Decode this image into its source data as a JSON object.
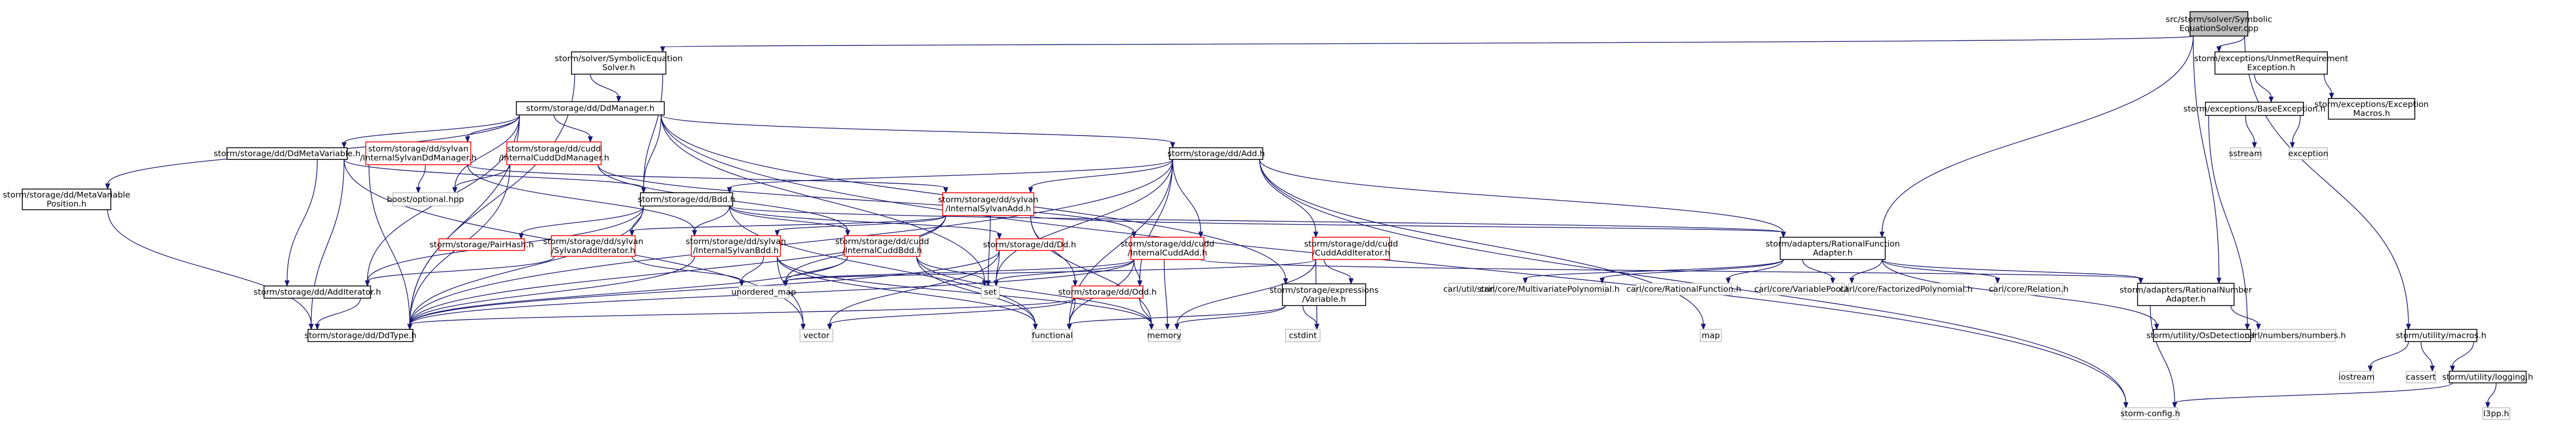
{
  "graph": {
    "nodes": [
      {
        "id": "root",
        "lines": [
          "src/storm/solver/Symbolic",
          "EquationSolver.cpp"
        ],
        "kind": "root"
      },
      {
        "id": "ses",
        "lines": [
          "storm/solver/SymbolicEquation",
          "Solver.h"
        ],
        "kind": "normal"
      },
      {
        "id": "unmet",
        "lines": [
          "storm/exceptions/UnmetRequirement",
          "Exception.h"
        ],
        "kind": "normal"
      },
      {
        "id": "ddmanager",
        "lines": [
          "storm/storage/dd/DdManager.h"
        ],
        "kind": "normal"
      },
      {
        "id": "baseexc",
        "lines": [
          "storm/exceptions/BaseException.h"
        ],
        "kind": "normal"
      },
      {
        "id": "excmacros",
        "lines": [
          "storm/exceptions/Exception",
          "Macros.h"
        ],
        "kind": "normal"
      },
      {
        "id": "ddmetavar",
        "lines": [
          "storm/storage/dd/DdMetaVariable.h"
        ],
        "kind": "normal"
      },
      {
        "id": "sylmgr",
        "lines": [
          "storm/storage/dd/sylvan",
          "/InternalSylvanDdManager.h"
        ],
        "kind": "red"
      },
      {
        "id": "cuddmgr",
        "lines": [
          "storm/storage/dd/cudd",
          "/InternalCuddDdManager.h"
        ],
        "kind": "red"
      },
      {
        "id": "add",
        "lines": [
          "storm/storage/dd/Add.h"
        ],
        "kind": "normal"
      },
      {
        "id": "sstream",
        "lines": [
          "sstream"
        ],
        "kind": "grey"
      },
      {
        "id": "exception",
        "lines": [
          "exception"
        ],
        "kind": "grey"
      },
      {
        "id": "metavarpos",
        "lines": [
          "storm/storage/dd/MetaVariable",
          "Position.h"
        ],
        "kind": "normal"
      },
      {
        "id": "optional",
        "lines": [
          "boost/optional.hpp"
        ],
        "kind": "grey"
      },
      {
        "id": "bdd",
        "lines": [
          "storm/storage/dd/Bdd.h"
        ],
        "kind": "normal"
      },
      {
        "id": "syladd",
        "lines": [
          "storm/storage/dd/sylvan",
          "/InternalSylvanAdd.h"
        ],
        "kind": "red"
      },
      {
        "id": "cuddadd",
        "lines": [
          "storm/storage/dd/cudd",
          "/InternalCuddAdd.h"
        ],
        "kind": "red"
      },
      {
        "id": "cuddadditer",
        "lines": [
          "storm/storage/dd/cudd",
          "/CuddAddIterator.h"
        ],
        "kind": "red"
      },
      {
        "id": "ratfuncadapter",
        "lines": [
          "storm/adapters/RationalFunction",
          "Adapter.h"
        ],
        "kind": "normal"
      },
      {
        "id": "pairhash",
        "lines": [
          "storm/storage/PairHash.h"
        ],
        "kind": "red"
      },
      {
        "id": "syladditer",
        "lines": [
          "storm/storage/dd/sylvan",
          "/SylvanAddIterator.h"
        ],
        "kind": "red"
      },
      {
        "id": "sylbdd",
        "lines": [
          "storm/storage/dd/sylvan",
          "/InternalSylvanBdd.h"
        ],
        "kind": "red"
      },
      {
        "id": "cuddbdd",
        "lines": [
          "storm/storage/dd/cudd",
          "/InternalCuddBdd.h"
        ],
        "kind": "red"
      },
      {
        "id": "dd",
        "lines": [
          "storm/storage/dd/Dd.h"
        ],
        "kind": "red"
      },
      {
        "id": "addit",
        "lines": [
          "storm/storage/dd/AddIterator.h"
        ],
        "kind": "normal"
      },
      {
        "id": "unordered",
        "lines": [
          "unordered_map"
        ],
        "kind": "grey"
      },
      {
        "id": "set",
        "lines": [
          "set"
        ],
        "kind": "grey"
      },
      {
        "id": "oddh",
        "lines": [
          "storm/storage/dd/Odd.h"
        ],
        "kind": "red"
      },
      {
        "id": "variable",
        "lines": [
          "storm/storage/expressions",
          "/Variable.h"
        ],
        "kind": "normal"
      },
      {
        "id": "stringparser",
        "lines": [
          "carl/util/stringparser.h"
        ],
        "kind": "grey"
      },
      {
        "id": "multivar",
        "lines": [
          "carl/core/MultivariatePolynomial.h"
        ],
        "kind": "grey"
      },
      {
        "id": "ratfunc",
        "lines": [
          "carl/core/RationalFunction.h"
        ],
        "kind": "grey"
      },
      {
        "id": "varpool",
        "lines": [
          "carl/core/VariablePool.h"
        ],
        "kind": "grey"
      },
      {
        "id": "factorized",
        "lines": [
          "carl/core/FactorizedPolynomial.h"
        ],
        "kind": "grey"
      },
      {
        "id": "relation",
        "lines": [
          "carl/core/Relation.h"
        ],
        "kind": "grey"
      },
      {
        "id": "ratnumadapter",
        "lines": [
          "storm/adapters/RationalNumber",
          "Adapter.h"
        ],
        "kind": "normal"
      },
      {
        "id": "ddtype",
        "lines": [
          "storm/storage/dd/DdType.h"
        ],
        "kind": "normal"
      },
      {
        "id": "vector",
        "lines": [
          "vector"
        ],
        "kind": "grey"
      },
      {
        "id": "functional",
        "lines": [
          "functional"
        ],
        "kind": "grey"
      },
      {
        "id": "memory",
        "lines": [
          "memory"
        ],
        "kind": "grey"
      },
      {
        "id": "cstdint",
        "lines": [
          "cstdint"
        ],
        "kind": "grey"
      },
      {
        "id": "map",
        "lines": [
          "map"
        ],
        "kind": "grey"
      },
      {
        "id": "osdetection",
        "lines": [
          "storm/utility/OsDetection.h"
        ],
        "kind": "normal"
      },
      {
        "id": "numbers",
        "lines": [
          "carl/numbers/numbers.h"
        ],
        "kind": "grey"
      },
      {
        "id": "macros",
        "lines": [
          "storm/utility/macros.h"
        ],
        "kind": "normal"
      },
      {
        "id": "iostream",
        "lines": [
          "iostream"
        ],
        "kind": "grey"
      },
      {
        "id": "cassert",
        "lines": [
          "cassert"
        ],
        "kind": "grey"
      },
      {
        "id": "logging",
        "lines": [
          "storm/utility/logging.h"
        ],
        "kind": "normal"
      },
      {
        "id": "stormconfig",
        "lines": [
          "storm-config.h"
        ],
        "kind": "grey"
      },
      {
        "id": "l3pp",
        "lines": [
          "l3pp.h"
        ],
        "kind": "grey"
      }
    ],
    "edges": [
      [
        "root",
        "ses"
      ],
      [
        "root",
        "unmet"
      ],
      [
        "root",
        "ratfuncadapter"
      ],
      [
        "root",
        "ratnumadapter"
      ],
      [
        "root",
        "macros"
      ],
      [
        "ses",
        "ddmanager"
      ],
      [
        "ses",
        "bdd"
      ],
      [
        "ses",
        "ddtype"
      ],
      [
        "unmet",
        "baseexc"
      ],
      [
        "unmet",
        "excmacros"
      ],
      [
        "baseexc",
        "sstream"
      ],
      [
        "baseexc",
        "exception"
      ],
      [
        "baseexc",
        "osdetection"
      ],
      [
        "ddmanager",
        "ddmetavar"
      ],
      [
        "ddmanager",
        "sylmgr"
      ],
      [
        "ddmanager",
        "cuddmgr"
      ],
      [
        "ddmanager",
        "add"
      ],
      [
        "ddmanager",
        "metavarpos"
      ],
      [
        "ddmanager",
        "optional"
      ],
      [
        "ddmanager",
        "bdd"
      ],
      [
        "ddmanager",
        "addit"
      ],
      [
        "ddmanager",
        "ddtype"
      ],
      [
        "ddmanager",
        "set"
      ],
      [
        "ddmanager",
        "variable"
      ],
      [
        "ddmanager",
        "stormconfig"
      ],
      [
        "ddmetavar",
        "bdd"
      ],
      [
        "ddmetavar",
        "addit"
      ],
      [
        "ddmetavar",
        "ddtype"
      ],
      [
        "ddmetavar",
        "vector"
      ],
      [
        "sylmgr",
        "optional"
      ],
      [
        "sylmgr",
        "syladd"
      ],
      [
        "sylmgr",
        "sylbdd"
      ],
      [
        "sylmgr",
        "ddtype"
      ],
      [
        "cuddmgr",
        "optional"
      ],
      [
        "cuddmgr",
        "cuddadd"
      ],
      [
        "cuddmgr",
        "cuddbdd"
      ],
      [
        "cuddmgr",
        "ddtype"
      ],
      [
        "add",
        "syladd"
      ],
      [
        "add",
        "cuddadd"
      ],
      [
        "add",
        "cuddadditer"
      ],
      [
        "add",
        "ratfuncadapter"
      ],
      [
        "add",
        "bdd"
      ],
      [
        "add",
        "oddh"
      ],
      [
        "add",
        "set"
      ],
      [
        "add",
        "map"
      ],
      [
        "add",
        "stormconfig"
      ],
      [
        "add",
        "ddtype"
      ],
      [
        "add",
        "functional"
      ],
      [
        "metavarpos",
        "ddtype"
      ],
      [
        "bdd",
        "pairhash"
      ],
      [
        "bdd",
        "syladditer"
      ],
      [
        "bdd",
        "sylbdd"
      ],
      [
        "bdd",
        "cuddbdd"
      ],
      [
        "bdd",
        "dd"
      ],
      [
        "bdd",
        "addit"
      ],
      [
        "bdd",
        "ratfuncadapter"
      ],
      [
        "bdd",
        "ddtype"
      ],
      [
        "bdd",
        "functional"
      ],
      [
        "syladd",
        "unordered"
      ],
      [
        "syladd",
        "syladditer"
      ],
      [
        "syladd",
        "sylbdd"
      ],
      [
        "syladd",
        "set"
      ],
      [
        "syladd",
        "ratfuncadapter"
      ],
      [
        "syladd",
        "ddtype"
      ],
      [
        "syladd",
        "memory"
      ],
      [
        "syladd",
        "oddh"
      ],
      [
        "cuddadd",
        "unordered"
      ],
      [
        "cuddadd",
        "set"
      ],
      [
        "cuddadd",
        "oddh"
      ],
      [
        "cuddadd",
        "ddtype"
      ],
      [
        "cuddadd",
        "functional"
      ],
      [
        "cuddadd",
        "memory"
      ],
      [
        "cuddadd",
        "ratnumadapter"
      ],
      [
        "cuddadditer",
        "unordered"
      ],
      [
        "cuddadditer",
        "variable"
      ],
      [
        "cuddadditer",
        "cstdint"
      ],
      [
        "cuddadditer",
        "memory"
      ],
      [
        "ratfuncadapter",
        "stringparser"
      ],
      [
        "ratfuncadapter",
        "multivar"
      ],
      [
        "ratfuncadapter",
        "ratfunc"
      ],
      [
        "ratfuncadapter",
        "varpool"
      ],
      [
        "ratfuncadapter",
        "factorized"
      ],
      [
        "ratfuncadapter",
        "relation"
      ],
      [
        "ratfuncadapter",
        "ratnumadapter"
      ],
      [
        "ratfuncadapter",
        "osdetection"
      ],
      [
        "syladditer",
        "addit"
      ],
      [
        "syladditer",
        "unordered"
      ],
      [
        "sylbdd",
        "ddtype"
      ],
      [
        "sylbdd",
        "vector"
      ],
      [
        "sylbdd",
        "functional"
      ],
      [
        "sylbdd",
        "memory"
      ],
      [
        "sylbdd",
        "unordered"
      ],
      [
        "cuddbdd",
        "set"
      ],
      [
        "cuddbdd",
        "unordered"
      ],
      [
        "cuddbdd",
        "ddtype"
      ],
      [
        "cuddbdd",
        "functional"
      ],
      [
        "cuddbdd",
        "memory"
      ],
      [
        "dd",
        "ddtype"
      ],
      [
        "dd",
        "set"
      ],
      [
        "dd",
        "vector"
      ],
      [
        "addit",
        "ddtype"
      ],
      [
        "oddh",
        "ddtype"
      ],
      [
        "oddh",
        "vector"
      ],
      [
        "oddh",
        "functional"
      ],
      [
        "oddh",
        "memory"
      ],
      [
        "variable",
        "functional"
      ],
      [
        "variable",
        "memory"
      ],
      [
        "variable",
        "cstdint"
      ],
      [
        "ratnumadapter",
        "numbers"
      ],
      [
        "ratnumadapter",
        "stormconfig"
      ],
      [
        "macros",
        "iostream"
      ],
      [
        "macros",
        "cassert"
      ],
      [
        "macros",
        "logging"
      ],
      [
        "logging",
        "stormconfig"
      ],
      [
        "logging",
        "l3pp"
      ]
    ]
  }
}
